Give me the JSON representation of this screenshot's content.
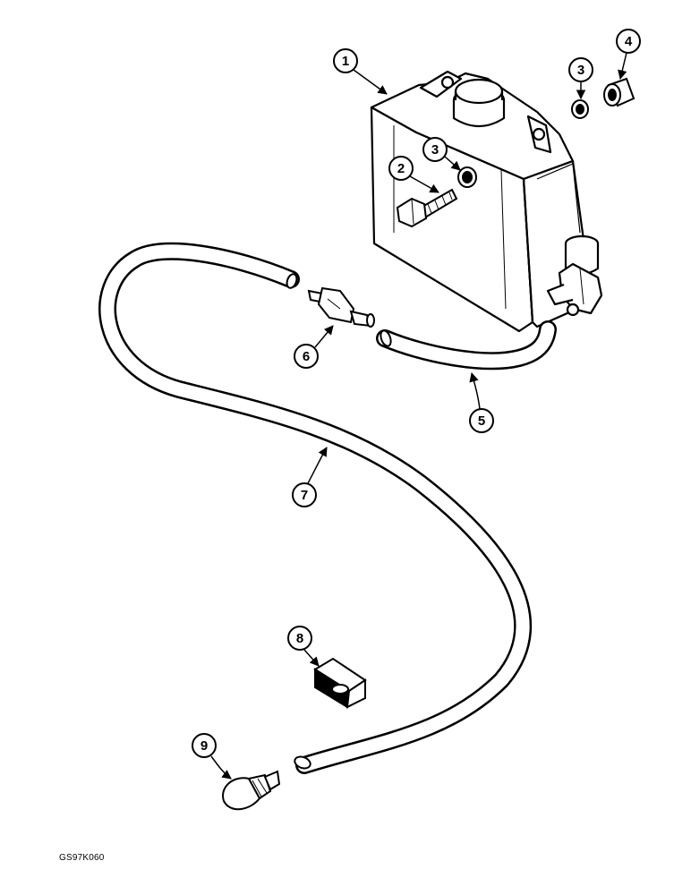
{
  "figure": {
    "code": "GS97K060"
  },
  "callouts": [
    {
      "id": "c1",
      "label": "1"
    },
    {
      "id": "c2",
      "label": "2"
    },
    {
      "id": "c3a",
      "label": "3"
    },
    {
      "id": "c3b",
      "label": "3"
    },
    {
      "id": "c4",
      "label": "4"
    },
    {
      "id": "c5",
      "label": "5"
    },
    {
      "id": "c6",
      "label": "6"
    },
    {
      "id": "c7",
      "label": "7"
    },
    {
      "id": "c8",
      "label": "8"
    },
    {
      "id": "c9",
      "label": "9"
    }
  ],
  "parts": {
    "reservoir": "washer-reservoir",
    "bolt": "bolt",
    "washer": "washer",
    "bushing": "bushing",
    "short_hose": "hose-short",
    "check_valve": "check-valve",
    "long_hose": "hose-long",
    "clip": "clip",
    "nozzle": "washer-nozzle"
  }
}
